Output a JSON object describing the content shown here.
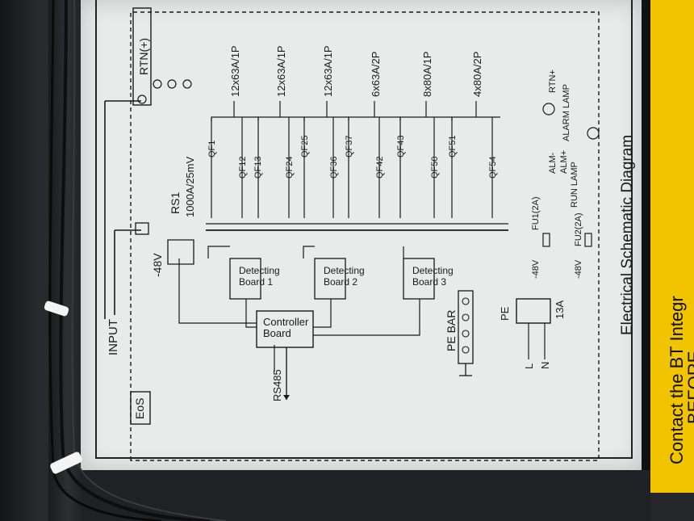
{
  "photo": {
    "subject": "Electrical Schematic Diagram",
    "colors": {
      "panel": "#e9eaea",
      "ink": "#1a1a1a",
      "tag": "#f2c400",
      "cabinet": "#1f2023"
    }
  },
  "diagram": {
    "title": "Electrical Schematic Diagram",
    "input_label": "INPUT",
    "rtn_label": "RTN(+)",
    "minus48_label": "-48V",
    "eos_label": "EoS",
    "rs485_label": "RS485",
    "shunt_label": "RS1",
    "shunt_rating": "1000A/25mV",
    "controller_label_1": "Controller",
    "controller_label_2": "Board",
    "detect1_label_1": "Detecting",
    "detect1_label_2": "Board 1",
    "detect2_label_1": "Detecting",
    "detect2_label_2": "Board 2",
    "detect3_label_1": "Detecting",
    "detect3_label_2": "Board 3",
    "pe_bar_label": "PE BAR",
    "pe_label": "PE",
    "socket_rating": "13A",
    "l_label": "L",
    "n_label": "N",
    "breakers": [
      "QF1",
      "QF12",
      "QF13",
      "QF24",
      "QF25",
      "QF36",
      "QF37",
      "QF42",
      "QF43",
      "QF50",
      "QF51",
      "QF54"
    ],
    "groups": [
      "12x63A/1P",
      "12x63A/1P",
      "12x63A/1P",
      "6x63A/2P",
      "8x80A/1P",
      "4x80A/2P"
    ],
    "fuse1": "FU1(2A)",
    "fuse2": "FU2(2A)",
    "alarm_lamp": "ALARM LAMP",
    "run_lamp": "RUN LAMP",
    "alm_minus": "ALM-",
    "alm_plus": "ALM+",
    "rtn_plus": "RTN+",
    "lamp_minus48_1": "-48V",
    "lamp_minus48_2": "-48V"
  },
  "tag": {
    "line1": "Contact the BT Integr",
    "line2": "BEFORE"
  }
}
